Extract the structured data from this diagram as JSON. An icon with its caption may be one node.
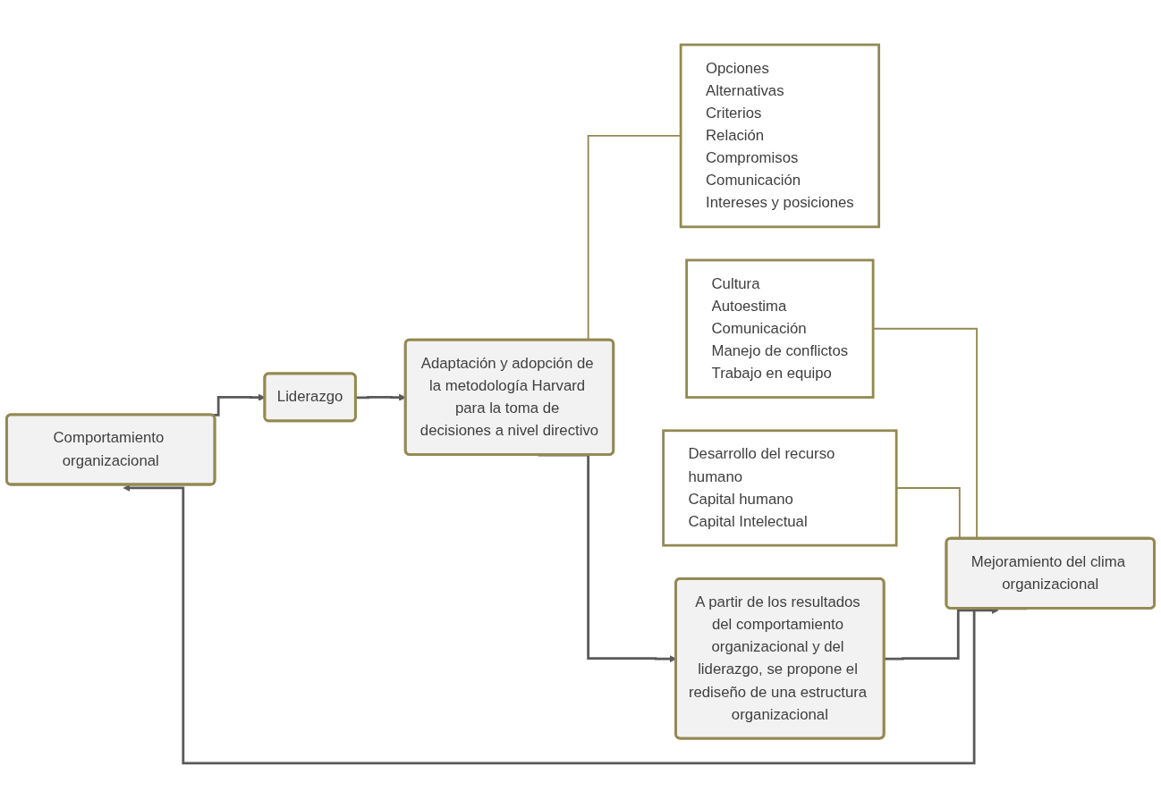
{
  "diagram": {
    "nodes": [
      {
        "text": [
          "Comportamiento organizacional"
        ]
      },
      {
        "text": [
          "Liderazgo"
        ]
      },
      {
        "text": [
          "Adaptación y adopción de la metodología Harvard para la toma de decisiones a nivel directivo"
        ]
      },
      {
        "text": [
          "Opciones",
          "Alternativas",
          "Criterios",
          "Relación",
          "Compromisos",
          "Comunicación",
          "Intereses y posiciones"
        ]
      },
      {
        "text": [
          "A partir de los resultados del comportamiento organizacional y del liderazgo, se propone el rediseño de una estructura organizacional"
        ]
      },
      {
        "text": [
          "Cultura",
          "Autoestima",
          "Comunicación",
          "Manejo de conflictos",
          "Trabajo en equipo"
        ]
      },
      {
        "text": [
          "Desarrollo del recurso humano",
          "Capital humano",
          "Capital Intelectual"
        ]
      },
      {
        "text": [
          "Mejoramiento del clima organizacional"
        ]
      }
    ],
    "edges": [
      {
        "from": 0,
        "to": 1,
        "arrow": "to"
      },
      {
        "from": 1,
        "to": 2,
        "arrow": "to"
      },
      {
        "from": 2,
        "to": 3,
        "arrow": "none",
        "color": "#938953"
      },
      {
        "from": 2,
        "to": 4,
        "arrow": "to"
      },
      {
        "from": 5,
        "to": 7,
        "arrow": "none",
        "color": "#938953"
      },
      {
        "from": 6,
        "to": 7,
        "arrow": "none",
        "color": "#938953"
      },
      {
        "from": 4,
        "to": 7,
        "arrow": "to"
      },
      {
        "from": 7,
        "to": 0,
        "arrow": "to"
      }
    ]
  }
}
